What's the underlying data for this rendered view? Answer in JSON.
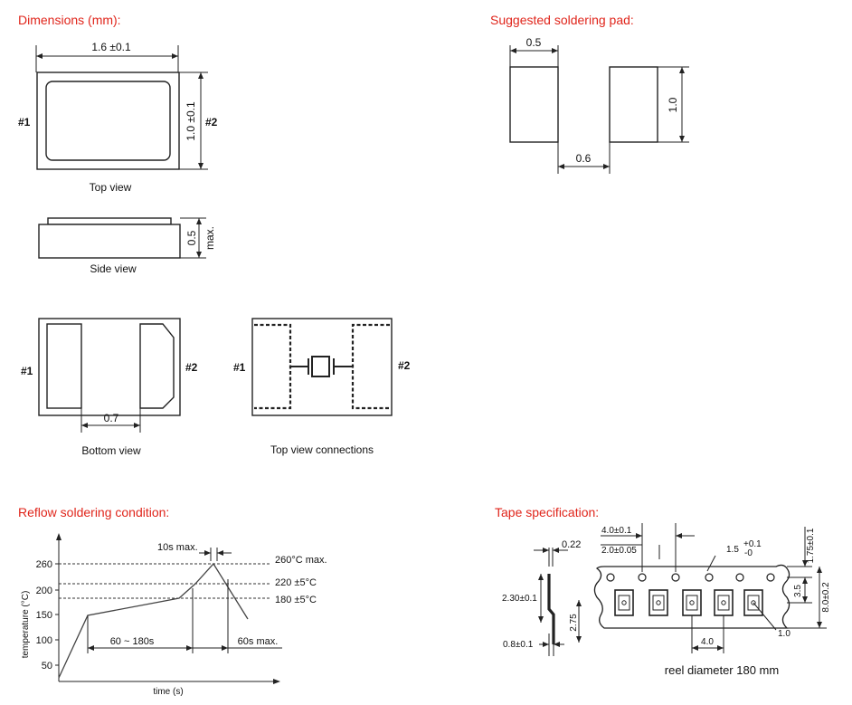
{
  "headings": {
    "dimensions": "Dimensions (mm):",
    "pad": "Suggested soldering pad:",
    "reflow": "Reflow soldering condition:",
    "tape": "Tape specification:"
  },
  "dimensions": {
    "width": "1.6 ±0.1",
    "height": "1.0 ±0.1",
    "thickness": "0.5",
    "thickness_max": "max.",
    "pad_gap": "0.7",
    "pin1": "#1",
    "pin2": "#2",
    "top_view": "Top view",
    "side_view": "Side view",
    "bottom_view": "Bottom view",
    "connections_view": "Top view connections"
  },
  "pad": {
    "pad_width": "0.5",
    "pad_height": "1.0",
    "pad_gap": "0.6"
  },
  "reflow": {
    "ylabel": "temperature (°C)",
    "xlabel": "time (s)",
    "yticks": [
      "260",
      "200",
      "150",
      "100",
      "50"
    ],
    "peak": "260°C max.",
    "band1": "220 ±5°C",
    "band2": "180 ±5°C",
    "peak_time": "10s max.",
    "preheat": "60 ~ 180s",
    "above_liquidus": "60s max."
  },
  "chart_data": {
    "type": "line",
    "ylabel": "temperature (°C)",
    "xlabel": "time (s)",
    "y_ticks": [
      50,
      100,
      150,
      200,
      260
    ],
    "profile": [
      {
        "y": 25
      },
      {
        "y": 150
      },
      {
        "y": 190
      },
      {
        "y": 220
      },
      {
        "y": 260
      },
      {
        "y": 150
      }
    ],
    "reference_lines": [
      {
        "value": 260,
        "label": "260°C max."
      },
      {
        "value": 220,
        "label": "220 ±5°C"
      },
      {
        "value": 180,
        "label": "180 ±5°C"
      }
    ],
    "annotations": [
      "10s max.",
      "60 ~ 180s",
      "60s max."
    ]
  },
  "tape": {
    "pitch_hole": "4.0±0.1",
    "pitch_half": "2.0±0.05",
    "hole_dia": "1.5",
    "hole_tol_plus": "+0.1",
    "hole_tol_minus": "-0",
    "edge": "1.75±0.1",
    "pocket_center": "3.5",
    "width": "8.0±0.2",
    "thickness": "0.22",
    "cover_depth": "2.30±0.1",
    "carrier_depth": "2.75",
    "bottom": "0.8±0.1",
    "pocket_pitch": "4.0",
    "pocket_hole": "1.0",
    "reel": "reel diameter 180 mm"
  }
}
